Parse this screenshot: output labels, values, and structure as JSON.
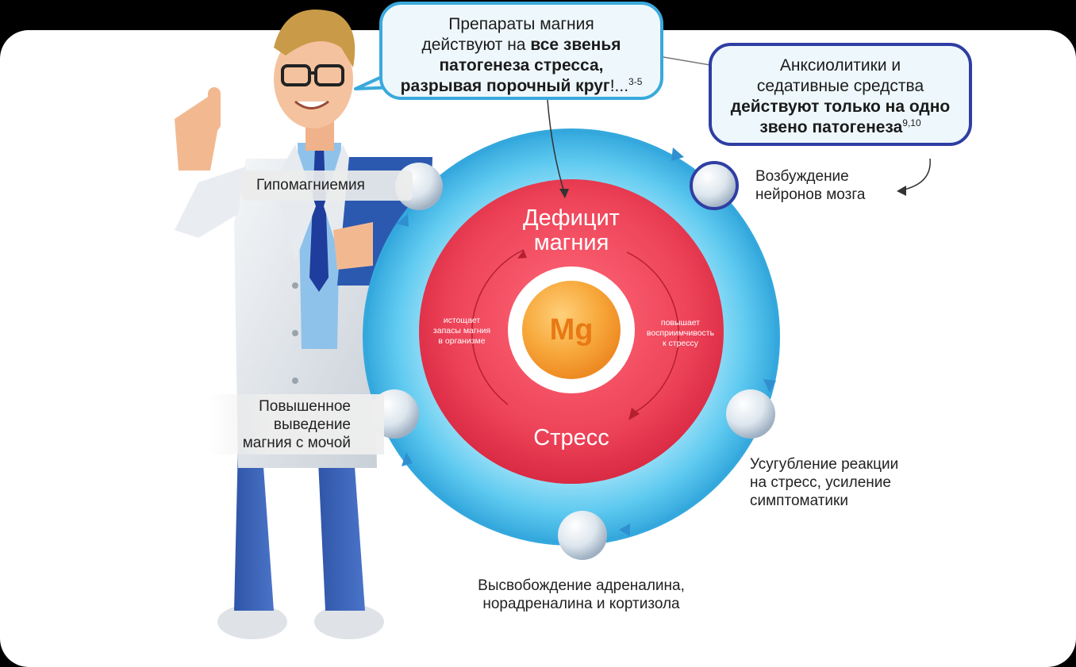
{
  "colors": {
    "outer_ring": "#34a8dd",
    "outer_fill": "#7fd5f4",
    "red_circle": "#ec4257",
    "mg_core": "#f7a83b",
    "right_bubble_border": "#2f3ea3",
    "left_bubble_border": "#3aa9dc"
  },
  "bubble_left": {
    "line1": "Препараты магния",
    "line2_plain": "действуют на ",
    "line2_bold": "все звенья",
    "line3_bold": "патогенеза стресса,",
    "line4_bold": "разрывая порочный круг",
    "line4_tail": "!...",
    "sup": "3-5"
  },
  "bubble_right": {
    "line1": "Анксиолитики и",
    "line2": "седативные средства",
    "line3_bold": "действуют только на одно",
    "line4_bold": "звено патогенеза",
    "sup": "9,10"
  },
  "cycle": {
    "hypomagnesemia": "Гипомагниемия",
    "excitation": [
      "Возбуждение",
      "нейронов мозга"
    ],
    "symptoms": [
      "Усугубление реакции",
      "на стресс, усиление",
      "симптоматики"
    ],
    "adrenaline": [
      "Высвобождение адреналина,",
      "норадреналина и кортизола"
    ],
    "excretion": [
      "Повышенное",
      "выведение",
      "магния с мочой"
    ]
  },
  "core": {
    "deficit": [
      "Дефицит",
      "магния"
    ],
    "stress": "Стресс",
    "mg": "Mg",
    "left_note": [
      "истощает",
      "запасы магния",
      "в организме"
    ],
    "right_note": [
      "повышает",
      "восприимчивость",
      "к стрессу"
    ]
  }
}
